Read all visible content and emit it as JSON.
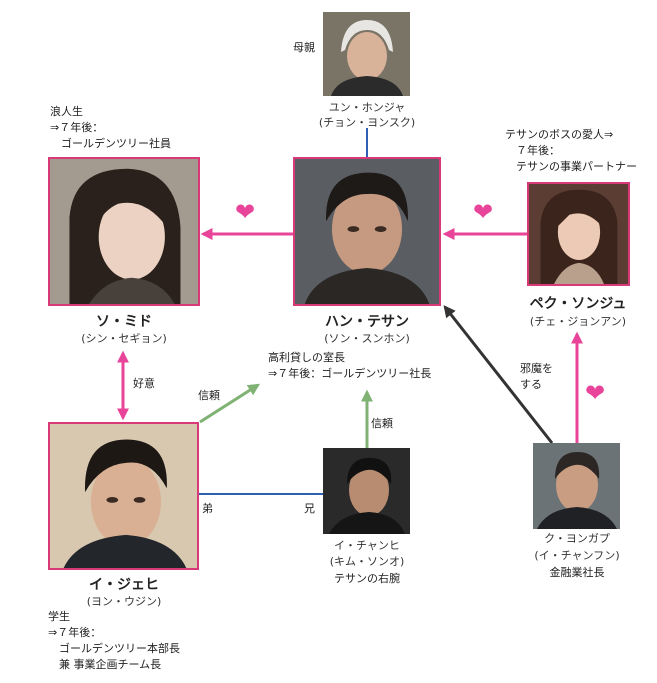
{
  "mother": {
    "role": "母親",
    "name": "ユン・ホンジャ",
    "actor": "(チョン・ヨンスク)"
  },
  "han": {
    "name": "ハン・テサン",
    "actor": "(ソン・スンホン)",
    "desc": [
      "高利貸しの室長",
      "⇒７年後：ゴールデンツリー社長"
    ]
  },
  "so": {
    "desc": [
      "浪人生",
      "⇒７年後：",
      "　ゴールデンツリー社員"
    ],
    "name": "ソ・ミド",
    "actor": "(シン・セギョン)"
  },
  "baek": {
    "desc": [
      "テサンのボスの愛人⇒",
      "　７年後：",
      "　テサンの事業パートナー"
    ],
    "name": "ペク・ソンジュ",
    "actor": "(チェ・ジョンアン)"
  },
  "lee_j": {
    "name": "イ・ジェヒ",
    "actor": "(ヨン・ウジン)",
    "desc": [
      "学生",
      "⇒７年後：",
      "　ゴールデンツリー本部長",
      "　兼 事業企画チーム長"
    ]
  },
  "lee_c": {
    "name": "イ・チャンヒ",
    "actor": "(キム・ソンオ)",
    "desc": "テサンの右腕"
  },
  "ku": {
    "name": "ク・ヨンガプ",
    "actor": "(イ・チャンフン)",
    "desc": "金融業社長"
  },
  "relations": {
    "koui": "好意",
    "shinrai1": "信頼",
    "shinrai2": "信頼",
    "ototo": "弟",
    "ani": "兄",
    "jama": [
      "邪魔を",
      "する"
    ]
  },
  "colors": {
    "pink": "#e8449a",
    "blue": "#2f5fb3",
    "green": "#7fb273",
    "dark": "#333333",
    "frame": "#d93a77"
  }
}
